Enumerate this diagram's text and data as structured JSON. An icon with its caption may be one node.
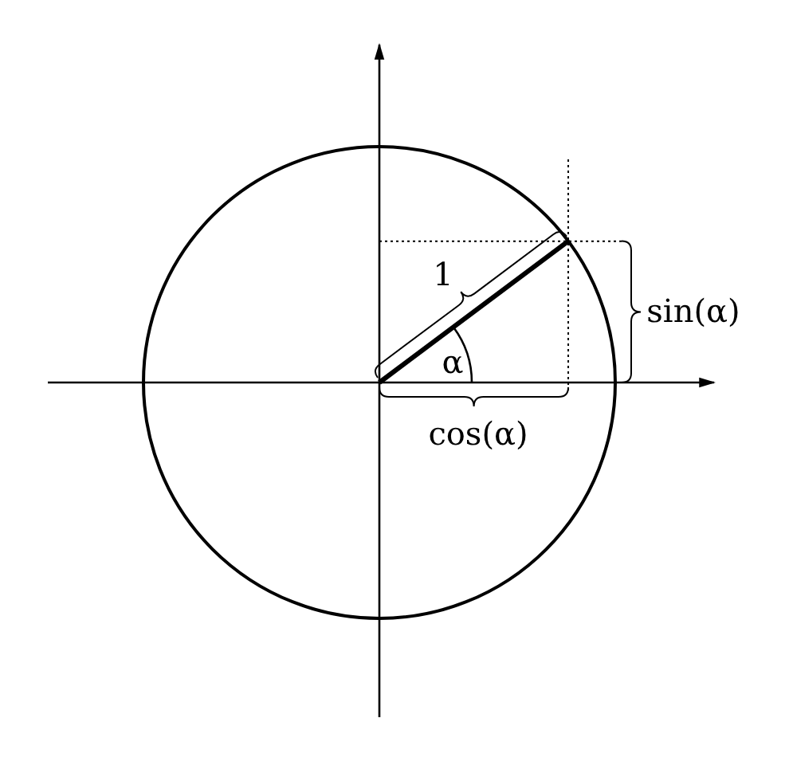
{
  "diagram": {
    "labels": [
      "1",
      "α",
      "sin(α)",
      "cos(α)"
    ]
  }
}
